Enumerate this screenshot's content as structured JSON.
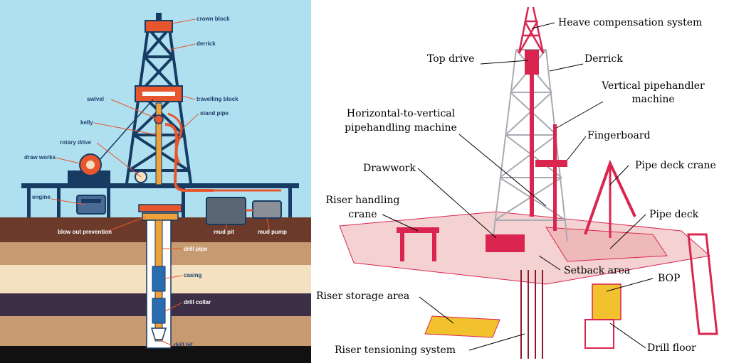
{
  "left_diagram": {
    "labels": {
      "crown_block": "crown block",
      "derrick": "derrick",
      "swivel": "swivel",
      "travelling_block": "travelling block",
      "kelly": "kelly",
      "stand_pipe": "stand pipe",
      "rotary_drive": "rotary drive",
      "draw_works": "draw works",
      "engine": "engine",
      "blow_out_prevention": "blow out prevention",
      "mud_pit": "mud pit",
      "mud_pump": "mud pump",
      "drill_pipe": "drill pipe",
      "casing": "casing",
      "drill_collar": "drill collar",
      "drill_bit": "drill bit"
    },
    "colors": {
      "sky": "#aee0ef",
      "derrick": "#173b63",
      "accent": "#e8562e",
      "label_line": "#e8562e",
      "ground_dark": "#6b3a2a",
      "ground_mid": "#c89a72",
      "ground_light": "#f4e1c1",
      "ground_stripe": "#3d2f45"
    }
  },
  "right_diagram": {
    "labels": {
      "heave_compensation_system": "Heave compensation system",
      "top_drive": "Top drive",
      "derrick": "Derrick",
      "vertical_pipehandler_line1": "Vertical pipehandler",
      "vertical_pipehandler_line2": "machine",
      "horizontal_to_vertical_line1": "Horizontal-to-vertical",
      "horizontal_to_vertical_line2": "pipehandling machine",
      "fingerboard": "Fingerboard",
      "drawwork": "Drawwork",
      "pipe_deck_crane": "Pipe deck crane",
      "riser_handling_crane_line1": "Riser handling",
      "riser_handling_crane_line2": "crane",
      "pipe_deck": "Pipe deck",
      "setback_area": "Setback area",
      "bop": "BOP",
      "riser_storage_area": "Riser storage area",
      "riser_tensioning_system": "Riser tensioning system",
      "drill_floor": "Drill floor"
    },
    "colors": {
      "structure": "#d9254f",
      "derrick_steel": "#b9bcc2",
      "leader_line": "#000000",
      "deck": "#f0b9b9",
      "equipment_yellow": "#f2c12e"
    }
  }
}
